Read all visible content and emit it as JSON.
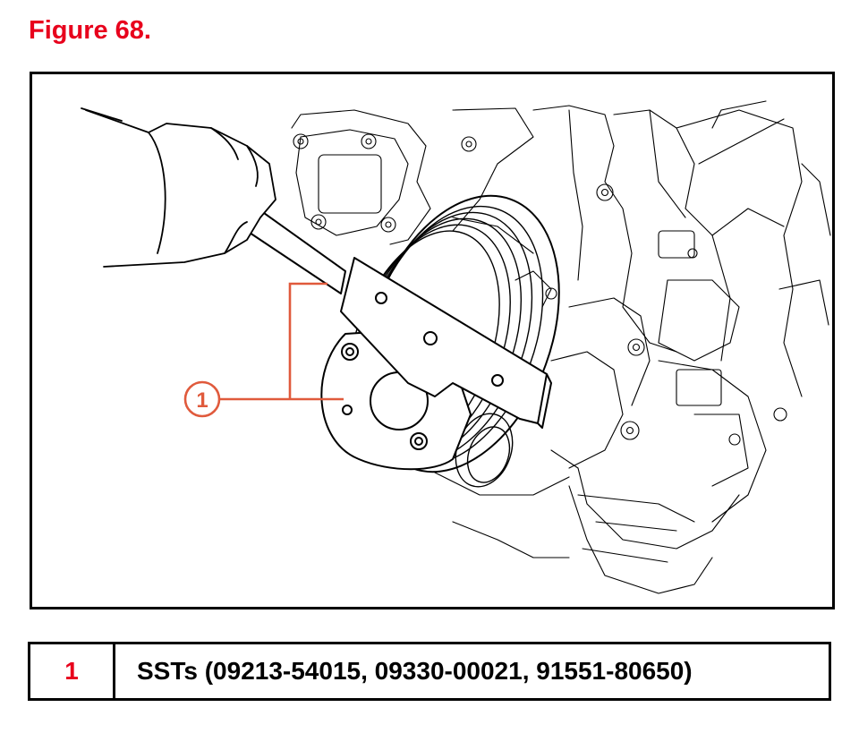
{
  "figure_title": "Figure 68.",
  "callout": {
    "number": "1"
  },
  "legend": [
    {
      "number": "1",
      "text": "SSTs (09213-54015, 09330-00021, 91551-80650)"
    }
  ],
  "colors": {
    "title": "#e8001c",
    "callout": "#e05a3c",
    "lines": "#000000"
  }
}
